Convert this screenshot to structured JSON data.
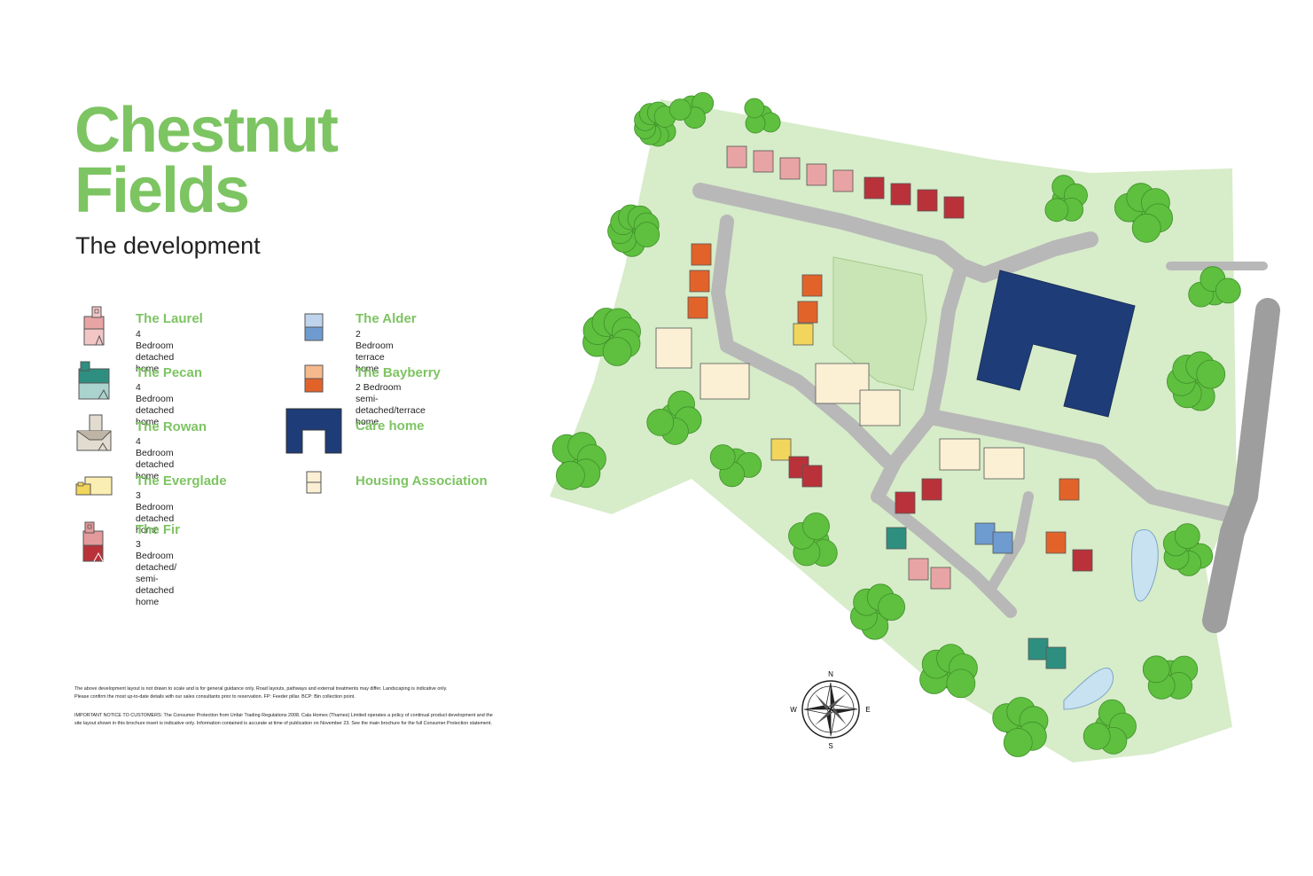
{
  "title_line1": "Chestnut",
  "title_line2": "Fields",
  "subtitle": "The development",
  "legend": [
    {
      "name": "The Laurel",
      "desc": "4 Bedroom detached home",
      "color_light": "#f3c6c6",
      "color_dark": "#e8a4a4"
    },
    {
      "name": "The Pecan",
      "desc": "4 Bedroom detached home",
      "color_light": "#a9d3cc",
      "color_dark": "#2e8f80"
    },
    {
      "name": "The Rowan",
      "desc": "4 Bedroom detached home",
      "color_light": "#e2dcd0",
      "color_dark": "#bfb5a6"
    },
    {
      "name": "The Everglade",
      "desc": "3 Bedroom detached home",
      "color_light": "#fbeeb3",
      "color_dark": "#f2d55c"
    },
    {
      "name": "The Fir",
      "desc": "3 Bedroom detached/\nsemi-detached home",
      "color_light": "#e49a9a",
      "color_dark": "#b9323a"
    },
    {
      "name": "The Alder",
      "desc": "2 Bedroom terrace home",
      "color_light": "#bfd4ec",
      "color_dark": "#6e9bd0"
    },
    {
      "name": "The Bayberry",
      "desc": "2 Bedroom semi-detached/terrace home",
      "color_light": "#f6b98c",
      "color_dark": "#e2632a"
    },
    {
      "name": "Care home",
      "desc": "",
      "color_light": "#1e3d78",
      "color_dark": "#1e3d78"
    },
    {
      "name": "Housing Association",
      "desc": "",
      "color_light": "#fbf0d4",
      "color_dark": "#fbf0d4"
    }
  ],
  "disclaimer_1": "The above development layout is not drawn to scale and is for general guidance only. Road layouts, pathways and external treatments may differ. Landscaping is indicative only.\nPlease confirm the most up-to-date details with our sales consultants prior to reservation. FP: Feeder pillar. BCP: Bin collection point.",
  "disclaimer_2": "IMPORTANT NOTICE TO CUSTOMERS: The Consumer Protection from Unfair Trading Regulations 2008. Cala Homes (Thames) Limited operates a policy of continual product development and the\nsite layout shown in this brochure insert is indicative only. Information contained is accurate at time of publication on November 23. See the main brochure for the full Consumer Protection statement.",
  "compass": {
    "n": "N",
    "s": "S",
    "e": "E",
    "w": "W"
  },
  "colors": {
    "brand_green": "#7dc462",
    "tree_green": "#5fbf3f",
    "grass": "#d7ecc9",
    "road": "#b8b8b8",
    "care_home": "#1e3d78",
    "water": "#c8e2f2"
  }
}
